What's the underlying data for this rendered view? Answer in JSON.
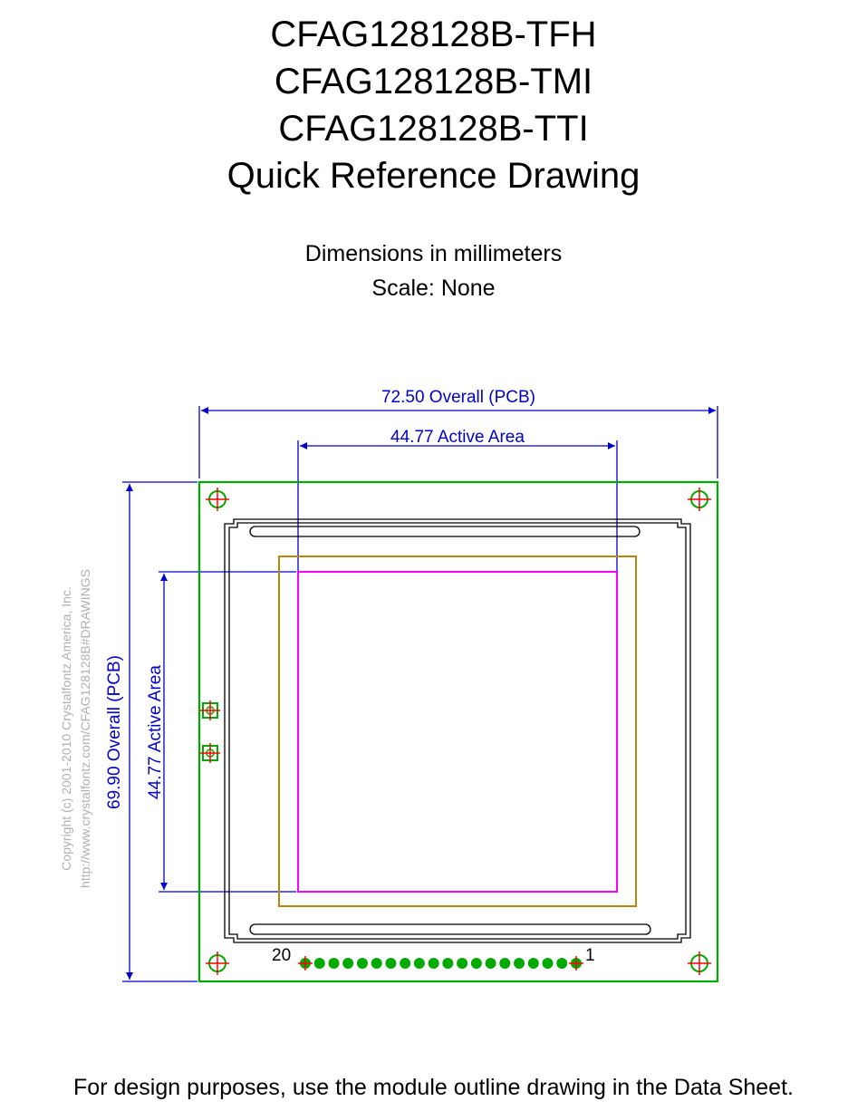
{
  "title": {
    "lines": [
      "CFAG128128B-TFH",
      "CFAG128128B-TMI",
      "CFAG128128B-TTI",
      "Quick Reference Drawing"
    ]
  },
  "subtitle": {
    "units": "Dimensions in millimeters",
    "scale": "Scale: None"
  },
  "dimensions": {
    "overall_width": "72.50 Overall (PCB)",
    "active_width": "44.77 Active Area",
    "overall_height": "69.90 Overall (PCB)",
    "active_height": "44.77 Active Area"
  },
  "pin_labels": {
    "last": "20",
    "first": "1"
  },
  "copyright": {
    "line1": "Copyright (c) 2001-2010 Crystalfontz America, Inc.",
    "line2": "http://www.crystalfontz.com/CFAG128128B#DRAWINGS"
  },
  "footer": "For design purposes, use the module outline drawing in the Data Sheet.",
  "pin_count": 20,
  "colors": {
    "pcb": "#00aa00",
    "dimension": "#0000cc",
    "active_area": "#ff00ff",
    "viewing_area": "#b8860b",
    "hole_cross": "#ff0000",
    "copyright": "#b0b0b0"
  }
}
